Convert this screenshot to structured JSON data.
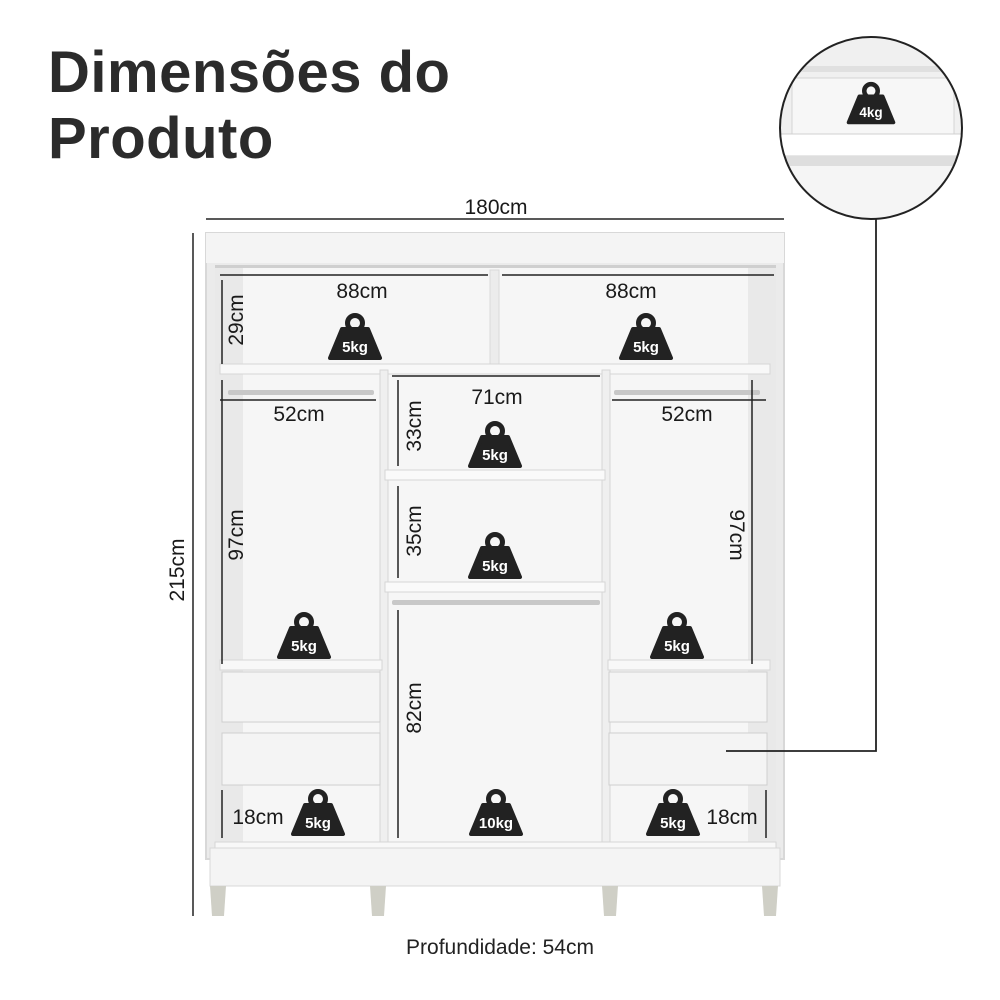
{
  "title": {
    "line1": "Dimensões do",
    "line2": "Produto"
  },
  "dimensions": {
    "width": "180cm",
    "height": "215cm",
    "top_left_width": "88cm",
    "top_right_width": "88cm",
    "top_height": "29cm",
    "left_width": "52cm",
    "right_width": "52cm",
    "center_width": "71cm",
    "center_top_height": "33cm",
    "center_mid_height": "35cm",
    "left_hanging_height": "97cm",
    "right_hanging_height": "97cm",
    "center_hanging_height": "82cm",
    "left_bottom_height": "18cm",
    "right_bottom_height": "18cm"
  },
  "weights": {
    "top_left": "5kg",
    "top_right": "5kg",
    "center_top": "5kg",
    "center_mid": "5kg",
    "left_hanging": "5kg",
    "right_hanging": "5kg",
    "bottom_left": "5kg",
    "bottom_center": "10kg",
    "bottom_right": "5kg",
    "drawer": "4kg"
  },
  "depth": "Profundidade: 54cm",
  "colors": {
    "cabinet": "#f3f3f3",
    "edge": "#dcdcdc",
    "text": "#1a1a1a",
    "weight_icon": "#222222",
    "feet": "#cfcfc6"
  }
}
